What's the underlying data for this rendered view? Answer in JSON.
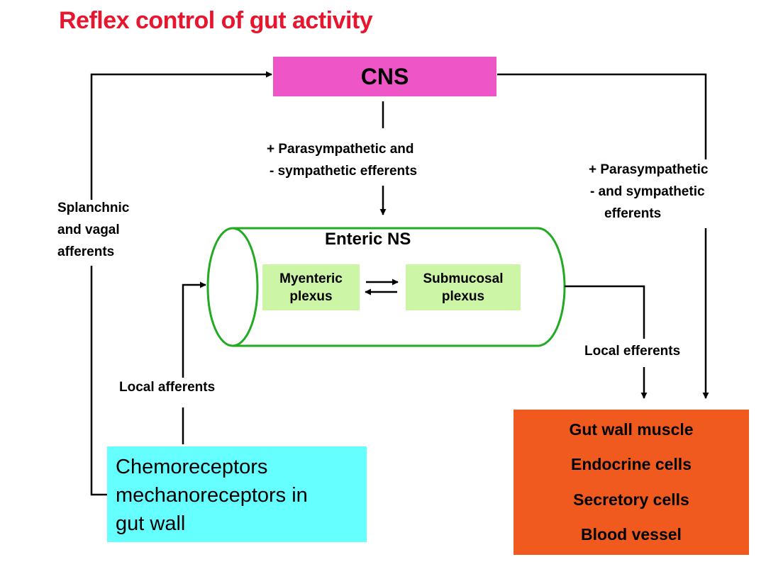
{
  "title": "Reflex control of gut activity",
  "cns": {
    "label": "CNS"
  },
  "central_efferents": {
    "line1": "+ Parasympathetic and",
    "line2": "-  sympathetic efferents"
  },
  "right_efferents": {
    "line1": "+ Parasympathetic",
    "line2": "-  and sympathetic",
    "line3": "efferents"
  },
  "afferents": {
    "line1": "Splanchnic",
    "line2": "and vagal",
    "line3": "afferents"
  },
  "enteric": {
    "title": "Enteric NS",
    "myenteric": {
      "line1": "Myenteric",
      "line2": "plexus"
    },
    "submucosal": {
      "line1": "Submucosal",
      "line2": "plexus"
    }
  },
  "local_afferents": "Local afferents",
  "local_efferents": "Local efferents",
  "receptors": {
    "line1": "Chemoreceptors",
    "line2": "mechanoreceptors in",
    "line3": "gut wall"
  },
  "effectors": [
    "Gut wall muscle",
    "Endocrine cells",
    "Secretory cells",
    "Blood vessel"
  ],
  "colors": {
    "title": "#e8152e",
    "cns": "#ee55c6",
    "plexus": "#ccf5a5",
    "cylinder": "#22aa22",
    "receptors": "#66ffff",
    "effectors": "#f05a1e"
  }
}
